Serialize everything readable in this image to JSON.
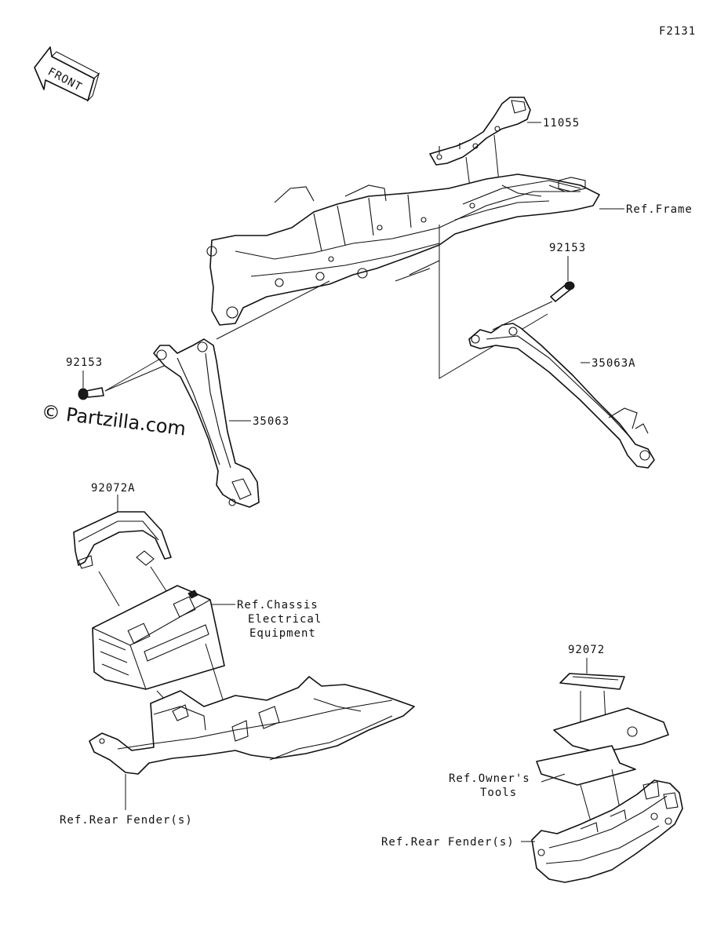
{
  "figure_code": "F2131",
  "front_arrow": "FRONT",
  "watermark": "© Partzilla.com",
  "callouts": {
    "p11055": "11055",
    "ref_frame": "Ref.Frame",
    "p92153_right": "92153",
    "p35063A": "35063A",
    "p92153_left": "92153",
    "p35063": "35063",
    "p92072A": "92072A",
    "ref_chassis_1": "Ref.Chassis",
    "ref_chassis_2": "Electrical",
    "ref_chassis_3": "Equipment",
    "p92072": "92072",
    "ref_owners_1": "Ref.Owner's",
    "ref_owners_2": "Tools",
    "ref_rear_fender_left": "Ref.Rear Fender(s)",
    "ref_rear_fender_right": "Ref.Rear Fender(s)"
  }
}
